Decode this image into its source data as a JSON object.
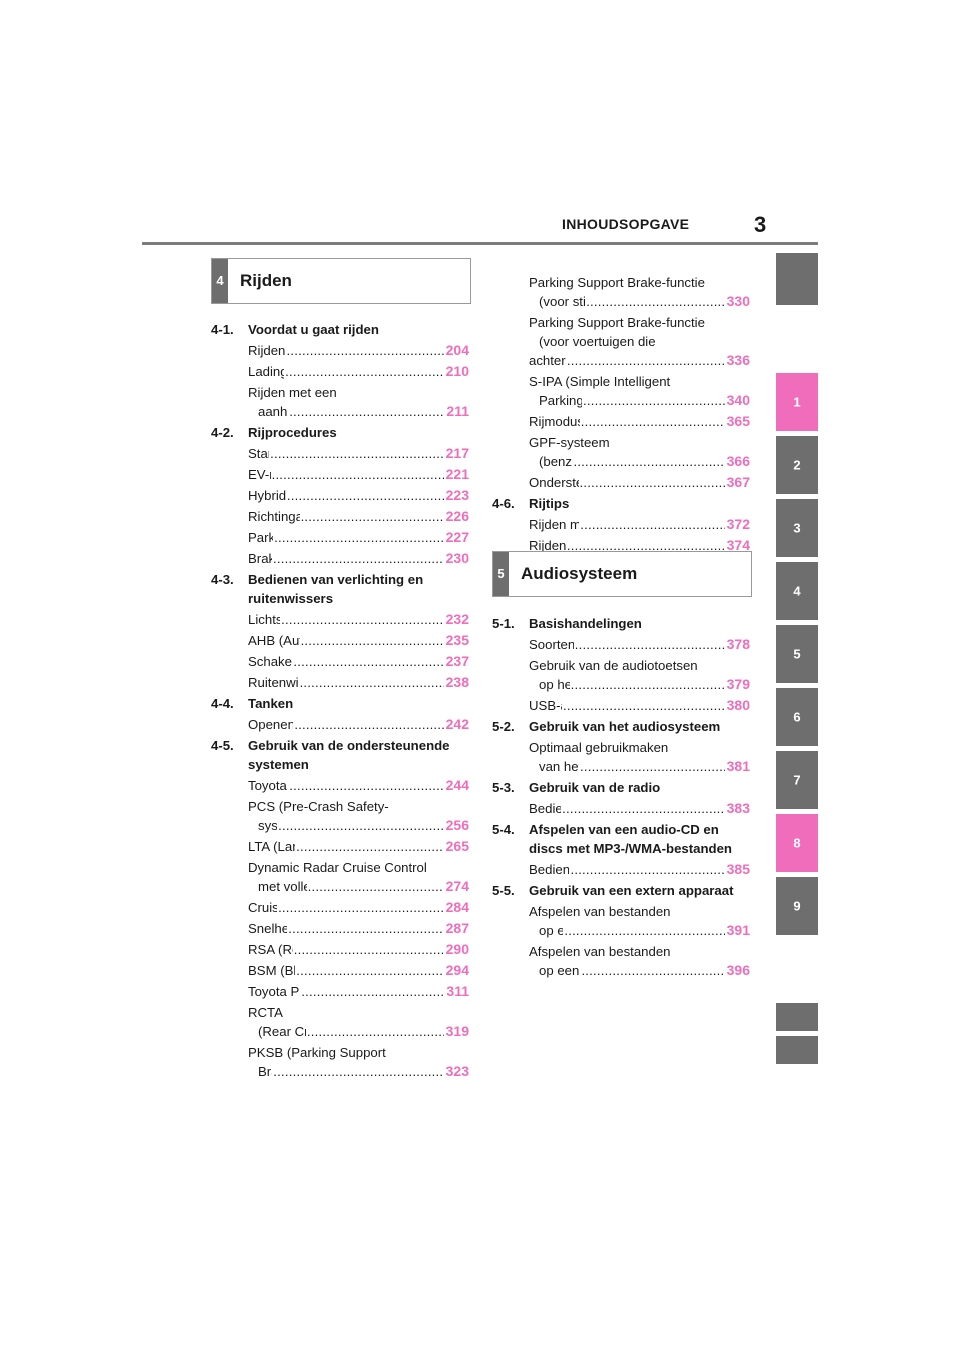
{
  "header": {
    "title": "INHOUDSOPGAVE",
    "page_number": "3"
  },
  "tabs": [
    "",
    "1",
    "2",
    "3",
    "4",
    "5",
    "6",
    "7",
    "8",
    "9",
    "",
    ""
  ],
  "section4": {
    "number": "4",
    "title": "Rijden"
  },
  "section5": {
    "number": "5",
    "title": "Audiosysteem"
  },
  "left": {
    "g1": {
      "num": "4-1.",
      "title": "Voordat u gaat rijden",
      "e1": {
        "t": "Rijden met de auto",
        "p": "204"
      },
      "e2": {
        "t": "Lading en bagage",
        "p": "210"
      },
      "e3": {
        "t1": "Rijden met een",
        "t2": "aanhangwagen",
        "p": "211"
      }
    },
    "g2": {
      "num": "4-2.",
      "title": "Rijprocedures",
      "e1": {
        "t": "Startknop",
        "p": "217"
      },
      "e2": {
        "t": "EV-modus",
        "p": "221"
      },
      "e3": {
        "t": "Hybridetransmissie",
        "p": "223"
      },
      "e4": {
        "t": "Richtingaanwijzerschakelaar",
        "p": "226"
      },
      "e5": {
        "t": "Parkeerrem",
        "p": "227"
      },
      "e6": {
        "t": "Brake Hold",
        "p": "230"
      }
    },
    "g3": {
      "num": "4-3.",
      "title1": "Bedienen van verlichting en",
      "title2": "ruitenwissers",
      "e1": {
        "t": "Lichtschakelaar",
        "p": "232"
      },
      "e2": {
        "t": "AHB (Automatic High Beam)",
        "p": "235"
      },
      "e3": {
        "t": "Schakelaar mistlampen",
        "p": "237"
      },
      "e4": {
        "t": "Ruitenwissers en -sproeiers",
        "p": "238"
      }
    },
    "g4": {
      "num": "4-4.",
      "title": "Tanken",
      "e1": {
        "t": "Openen van de tankdop",
        "p": "242"
      }
    },
    "g5": {
      "num": "4-5.",
      "title1": "Gebruik van de ondersteunende",
      "title2": "systemen",
      "e1": {
        "t": "Toyota Safety Sense",
        "p": "244"
      },
      "e2": {
        "t1": "PCS (Pre-Crash Safety-",
        "t2": "systeem)",
        "p": "256"
      },
      "e3": {
        "t": "LTA (Lane Tracing Assist)",
        "p": "265"
      },
      "e4": {
        "t1": "Dynamic Radar Cruise Control",
        "t2": "met volledig snelheidsbereik",
        "p": "274"
      },
      "e5": {
        "t": "Cruise control",
        "p": "284"
      },
      "e6": {
        "t": "Snelheidsbegrenzer",
        "p": "287"
      },
      "e7": {
        "t": "RSA (Road Sign Assist)",
        "p": "290"
      },
      "e8": {
        "t": "BSM (Blind Spot Monitor)",
        "p": "294"
      },
      "e9": {
        "t": "Toyota Parking Assist-sensor",
        "p": "311"
      },
      "e10": {
        "t1": "RCTA",
        "t2": "(Rear Crossing Traffic Alert)",
        "p": "319"
      },
      "e11": {
        "t1": "PKSB (Parking Support",
        "t2": "Brake)",
        "p": "323"
      }
    }
  },
  "right": {
    "r1": {
      "t1": "Parking Support Brake-functie",
      "t2": "(voor stilstaande objecten)",
      "p": "330"
    },
    "r2": {
      "t1": "Parking Support Brake-functie",
      "t2": "(voor voertuigen die",
      "t3": "achterlangs rijden)",
      "p": "336"
    },
    "r3": {
      "t1": "S-IPA (Simple Intelligent",
      "t2": "Parking Assist-systeem)",
      "p": "340"
    },
    "r4": {
      "t": "Rijmodusselectieschakelaar",
      "p": "365"
    },
    "r5": {
      "t1": "GPF-systeem",
      "t2": "(benzineroetfilter)",
      "p": "366"
    },
    "r6": {
      "t": "Ondersteunende systemen",
      "p": "367"
    },
    "g6": {
      "num": "4-6.",
      "title": "Rijtips",
      "e1": {
        "t": "Rijden met een hybrideauto",
        "p": "372"
      },
      "e2": {
        "t": "Rijden in de winter",
        "p": "374"
      }
    },
    "s1": {
      "num": "5-1.",
      "title": "Basishandelingen",
      "e1": {
        "t": "Soorten audiosystemen",
        "p": "378"
      },
      "e2": {
        "t1": "Gebruik van de audiotoetsen",
        "t2": "op het stuurwiel",
        "p": "379"
      },
      "e3": {
        "t": "USB-aansluiting",
        "p": "380"
      }
    },
    "s2": {
      "num": "5-2.",
      "title": "Gebruik van het audiosysteem",
      "e1": {
        "t1": "Optimaal gebruikmaken",
        "t2": "van het audiosysteem",
        "p": "381"
      }
    },
    "s3": {
      "num": "5-3.",
      "title": "Gebruik van de radio",
      "e1": {
        "t": "Bediening radio",
        "p": "383"
      }
    },
    "s4": {
      "num": "5-4.",
      "title1": "Afspelen van een audio-CD en",
      "title2": "discs met MP3-/WMA-bestanden",
      "e1": {
        "t": "Bediening CD-speler",
        "p": "385"
      }
    },
    "s5": {
      "num": "5-5.",
      "title": "Gebruik van een extern apparaat",
      "e1": {
        "t1": "Afspelen van bestanden",
        "t2": "op een iPod",
        "p": "391"
      },
      "e2": {
        "t1": "Afspelen van bestanden",
        "t2": "op een USB-geheugen",
        "p": "396"
      }
    }
  },
  "colors": {
    "accent": "#f06dbb",
    "tab_gray": "#6e6e6e",
    "rule": "#7c7c7c"
  }
}
